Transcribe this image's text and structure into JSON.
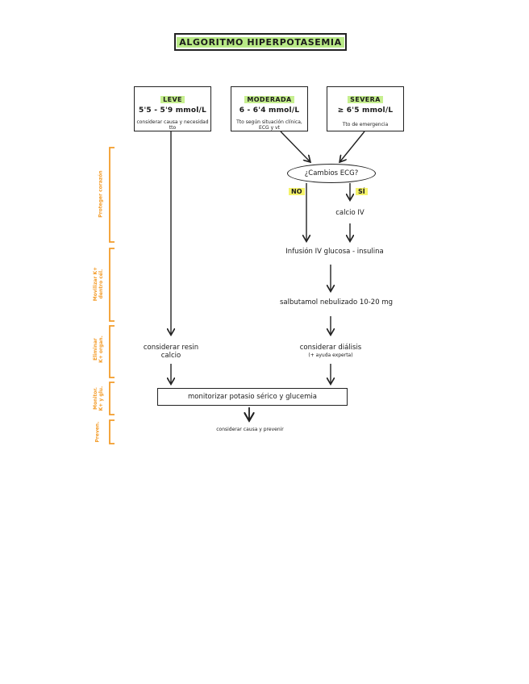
{
  "title": "ALGORITMO HIPERPOTASEMIA",
  "severity": [
    {
      "name": "LEVE",
      "range": "5'5 - 5'9 mmol/L",
      "note": "considerar causa y necesidad tto"
    },
    {
      "name": "MODERADA",
      "range": "6 - 6'4 mmol/L",
      "note": "Tto según situación clínica, ECG y vt"
    },
    {
      "name": "SEVERA",
      "range": "≥ 6'5 mmol/L",
      "note": "Tto de emergencia"
    }
  ],
  "decision": {
    "question": "¿Cambios ECG?",
    "no": "NO",
    "yes": "SÍ"
  },
  "steps": {
    "calcio": "calcio IV",
    "infusion": "Infusión IV glucosa - insulina",
    "salbutamol": "salbutamol nebulizado 10-20 mg",
    "resina_line1": "considerar resin",
    "resina_line2": "calcio",
    "dialisis_line1": "considerar diálisis",
    "dialisis_line2": "(+ ayuda experta)",
    "monitor": "monitorizar potasio sérico y glucemia",
    "prevent": "considerar causa y prevenir"
  },
  "side_brackets": [
    {
      "label_line1": "Proteger corazón",
      "label_line2": ""
    },
    {
      "label_line1": "Movilizar K+",
      "label_line2": "dentro cél."
    },
    {
      "label_line1": "Eliminar",
      "label_line2": "K+ organ."
    },
    {
      "label_line1": "Monitor.",
      "label_line2": "K+ y glu."
    },
    {
      "label_line1": "Preven.",
      "label_line2": ""
    }
  ],
  "colors": {
    "accent_green": "#c6ef8f",
    "accent_yellow": "#f5f36b",
    "bracket_orange": "#f39c2a",
    "ink": "#222222"
  }
}
